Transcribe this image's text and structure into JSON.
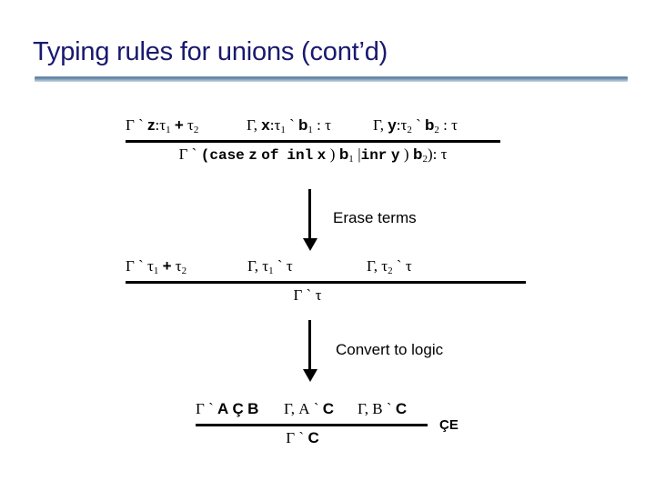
{
  "slide": {
    "title": "Typing rules for unions (cont’d)",
    "title_color": "#191970",
    "background_color": "#ffffff",
    "divider_color": "#5d7fa3"
  },
  "rules": [
    {
      "id": "typing-rule",
      "premises": [
        "Γ ` z:τ",
        "Γ, x:τ",
        "Γ, y:τ"
      ],
      "premise1": {
        "gamma": "Γ `",
        "var": "z",
        "colon": ":",
        "tau": "τ",
        "sub1": "1",
        "plus": "+",
        "tau2": "τ",
        "sub2": "2"
      },
      "premise2": {
        "ctx": "Γ,",
        "var": "x",
        "colon": ":",
        "tau": "τ",
        "sub": "1",
        "turnstile": "`",
        "term": "b",
        "termsub": "1",
        "result": ": τ"
      },
      "premise3": {
        "ctx": "Γ,",
        "var": "y",
        "colon": ":",
        "tau": "τ",
        "sub": "2",
        "turnstile": "`",
        "term": "b",
        "termsub": "2",
        "result": ": τ"
      },
      "conclusion": {
        "gamma": "Γ `",
        "open": "(",
        "case_kw": "case",
        "scrutinee": "z",
        "of_kw": "of",
        "inl_kw": "inl",
        "inl_var": "x",
        "arrow1": ")",
        "branch1": "b",
        "branch1sub": "1",
        "bar": "|",
        "inr_kw": "inr",
        "inr_var": "y",
        "arrow2": ")",
        "branch2": "b",
        "branch2sub": "2",
        "close": ")",
        "result": ": τ"
      }
    },
    {
      "id": "erased-rule",
      "premise1": {
        "gamma": "Γ `",
        "tau": "τ",
        "sub1": "1",
        "plus": "+",
        "tau2": "τ",
        "sub2": "2"
      },
      "premise2": {
        "ctx": "Γ,",
        "tau": "τ",
        "sub": "1",
        "turnstile": "`",
        "result": "τ"
      },
      "premise3": {
        "ctx": "Γ,",
        "tau": "τ",
        "sub": "2",
        "turnstile": "`",
        "result": "τ"
      },
      "conclusion": {
        "gamma": "Γ `",
        "result": "τ"
      }
    },
    {
      "id": "logic-rule",
      "premise1": {
        "gamma": "Γ `",
        "a": "A",
        "connective": "Ç",
        "b": "B"
      },
      "premise2": {
        "ctx": "Γ,",
        "a": "A",
        "turnstile": "`",
        "c": "C"
      },
      "premise3": {
        "ctx": "Γ,",
        "b": "B",
        "turnstile": "`",
        "c": "C"
      },
      "conclusion": {
        "gamma": "Γ `",
        "c": "C"
      },
      "name": "ÇE"
    }
  ],
  "transitions": [
    {
      "id": "erase-terms",
      "label": "Erase terms"
    },
    {
      "id": "convert-to-logic",
      "label": "Convert to logic"
    }
  ]
}
